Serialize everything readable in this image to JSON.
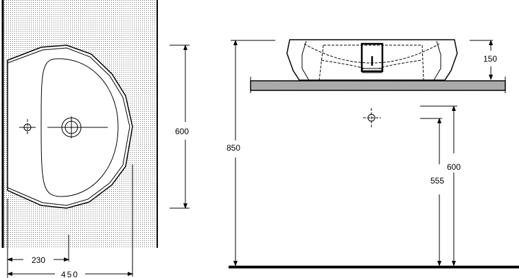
{
  "drawing": {
    "plan_view": {
      "height_dim": "600",
      "tap_offset_dim": "230",
      "projection_dim": "450"
    },
    "elevation_view": {
      "rim_height_dim": "850",
      "basin_height_dim": "150",
      "trap_height_dim": "600",
      "waste_height_dim": "555"
    },
    "colors": {
      "line": "#000000",
      "background": "#ffffff",
      "wall_stipple": "#888888"
    }
  }
}
